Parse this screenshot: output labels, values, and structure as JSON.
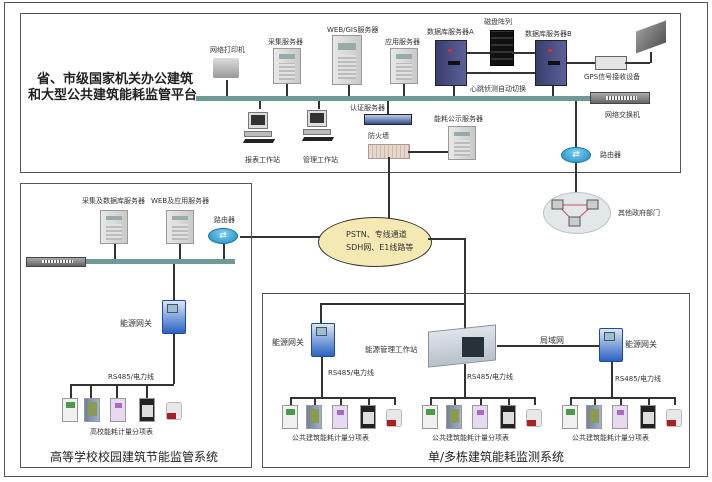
{
  "platform": {
    "title_line1": "省、市级国家机关办公建筑",
    "title_line2": "和大型公共建筑能耗监管平台",
    "devices": {
      "network_printer": "网络打印机",
      "collection_server": "采集服务器",
      "web_gis_server": "WEB/GIS服务器",
      "application_server": "应用服务器",
      "database_server_a": "数据库服务器A",
      "disk_array": "磁盘阵列",
      "database_server_b": "数据库服务器B",
      "heartbeat_switch": "心跳侦测自动切换",
      "gps_receiver": "GPS信号接收设备",
      "network_switch": "网络交换机",
      "auth_server": "认证服务器",
      "firewall": "防火墙",
      "energy_publish_server": "能耗公示服务器",
      "report_workstation": "报表工作站",
      "management_workstation": "管理工作站",
      "router": "路由器"
    }
  },
  "network_cloud": {
    "line1": "PSTN、专线通道",
    "line2": "SDH网、E1线路等"
  },
  "gov_departments": "其他政府部门",
  "campus_system": {
    "title": "高等学校校园建筑节能监管系统",
    "collection_db_server": "采集及数据库服务器",
    "web_app_server": "WEB及应用服务器",
    "router": "路由器",
    "energy_gateway": "能源网关",
    "bus_label": "RS485/电力线",
    "meters_label": "高校能耗计量分项表"
  },
  "building_system": {
    "title": "单/多栋建筑能耗监测系统",
    "energy_gateway_left": "能源网关",
    "energy_gateway_right": "能源网关",
    "workstation": "能源管理工作站",
    "lan": "局域网",
    "bus_label": "RS485/电力线",
    "meters_label": "公共建筑能耗计量分项表"
  }
}
